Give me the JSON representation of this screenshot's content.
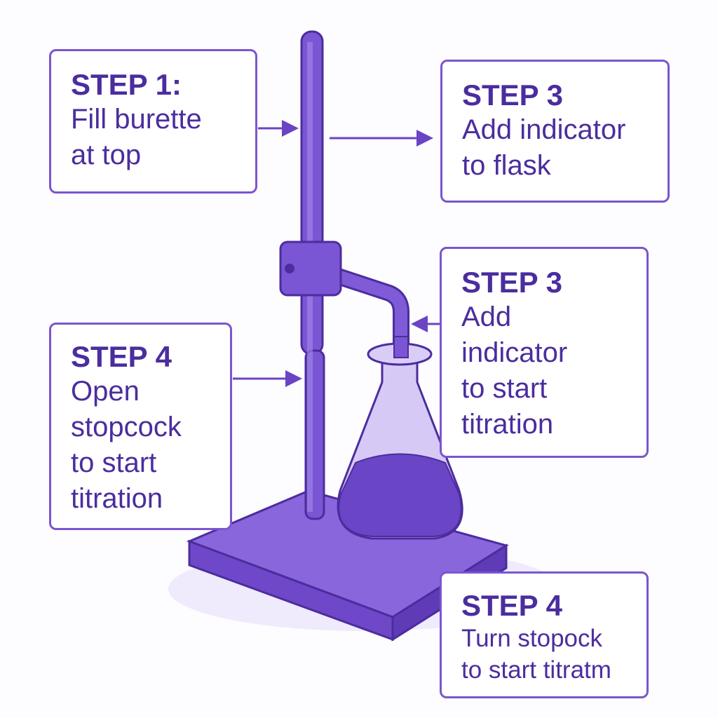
{
  "callouts": [
    {
      "title": "STEP 1:",
      "lines": [
        "Fill burette",
        "at top"
      ]
    },
    {
      "title": "STEP 3",
      "lines": [
        "Add indicator",
        "to flask"
      ]
    },
    {
      "title": "STEP 3",
      "lines": [
        "Add",
        "indicator",
        "to start",
        "titration"
      ]
    },
    {
      "title": "STEP 4",
      "lines": [
        "Open",
        "stopcock",
        "to start",
        "titration"
      ]
    },
    {
      "title": "STEP 4",
      "lines": [
        "Turn stopock",
        "to start titratm"
      ]
    }
  ],
  "colors": {
    "accent": "#7a55d4",
    "text": "#4b2d9e",
    "outline": "#4b2d9e"
  }
}
